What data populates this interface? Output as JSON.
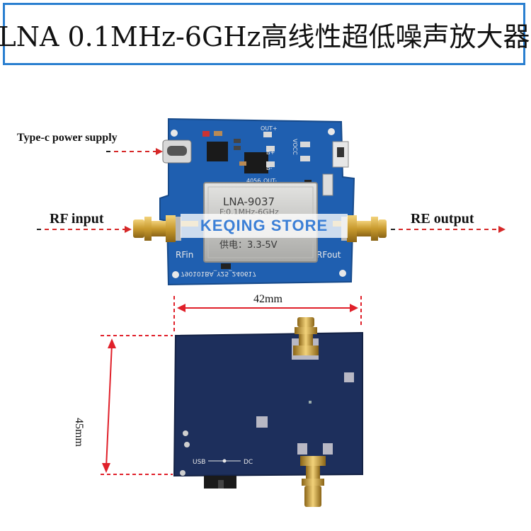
{
  "title": "LNA 0.1MHz-6GHz高线性超低噪声放大器",
  "labels": {
    "power": "Type-c power supply",
    "rf_input": "RF input",
    "rf_output": "RE output",
    "width_dim": "42mm",
    "height_dim": "45mm"
  },
  "watermark": "KEQING STORE",
  "module": {
    "model": "LNA-9037",
    "freq": "F:0.1MHz-6GHz",
    "power": "供电：3.3-5V",
    "serial": "790101BA_Y25_240617"
  },
  "silkscreen": {
    "rfin": "RFin",
    "rfout": "RFout",
    "vocc": "VOCC",
    "out_plus": "OUT+",
    "out_minus": "OUT-",
    "b_plus": "B+",
    "b_minus": "B-",
    "chip": "4056",
    "usb": "USB",
    "dc": "DC"
  },
  "colors": {
    "pcb_blue": "#1f5fb0",
    "pcb_back": "#1d2f5c",
    "shield": "#c9c9c6",
    "gold": "#c89a2e",
    "dimension_red": "#e0202a"
  }
}
